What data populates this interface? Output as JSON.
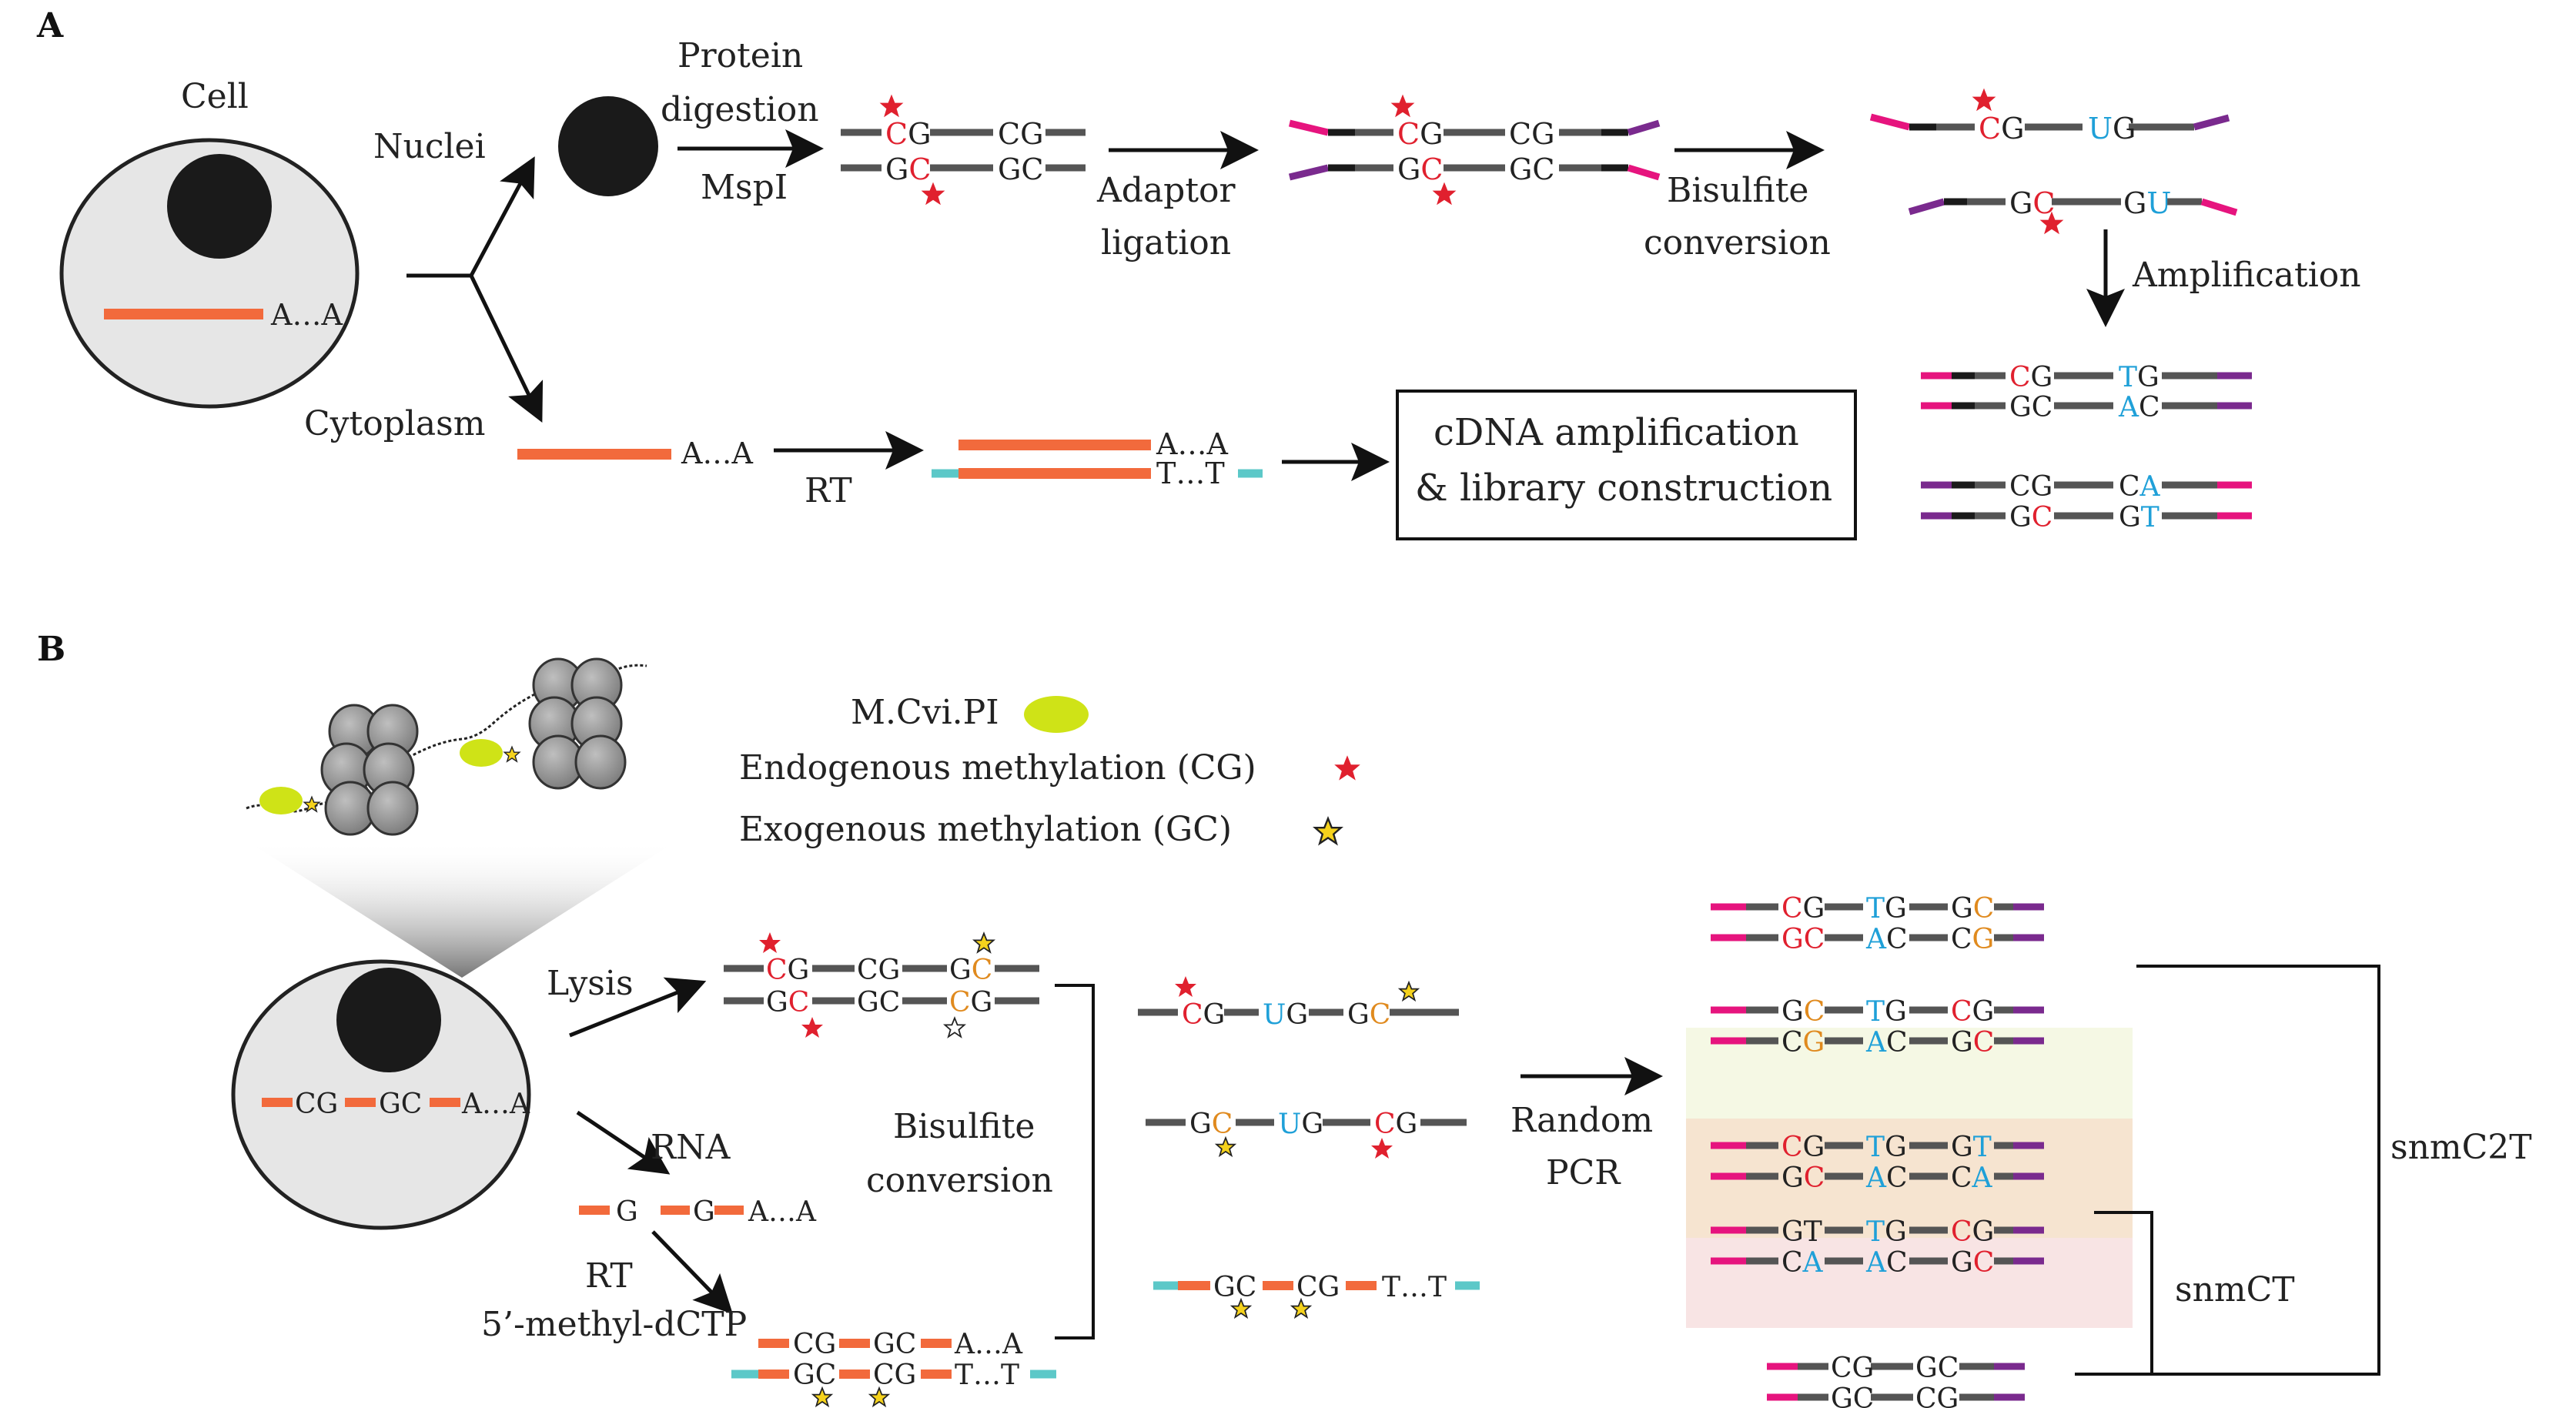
{
  "panels": {
    "a": {
      "letter": "A"
    },
    "b": {
      "letter": "B"
    }
  },
  "labels": {
    "cell": "Cell",
    "nuclei": "Nuclei",
    "cytoplasm": "Cytoplasm",
    "poly_a": "A…A",
    "poly_t": "T…T",
    "protein": "Protein",
    "digestion": "digestion",
    "mspi": "MspI",
    "adaptor": "Adaptor",
    "ligation": "ligation",
    "bisulfite": "Bisulfite",
    "conversion": "conversion",
    "amplification": "Amplification",
    "rt": "RT",
    "cdna_line1": "cDNA amplification",
    "cdna_line2": "& library construction",
    "lysis": "Lysis",
    "rna": "RNA",
    "methyl_dctp": "5’-methyl-dCTP",
    "random": "Random",
    "pcr": "PCR",
    "snmc2t": "snmC2T",
    "snmct": "snmCT"
  },
  "legend": {
    "mcvipi": "M.Cvi.PI",
    "endogenous": "Endogenous methylation (CG)",
    "exogenous": "Exogenous methylation (GC)"
  },
  "colors": {
    "red": "#e0202e",
    "blue": "#1fa0d8",
    "orange": "#f26a3c",
    "dark_orange": "#e08a1e",
    "magenta": "#e6147e",
    "purple": "#7a2a8e",
    "cyan": "#5cc8c8",
    "strand": "#555555",
    "lime": "#cfe317",
    "star_yellow": "#f5d21c",
    "box_green": "#f5f8e4",
    "box_tan": "#f6e4d0",
    "box_pink": "#f8e4e4",
    "nucleus": "#1a1a1a",
    "cell_fill": "#e6e6e6"
  }
}
